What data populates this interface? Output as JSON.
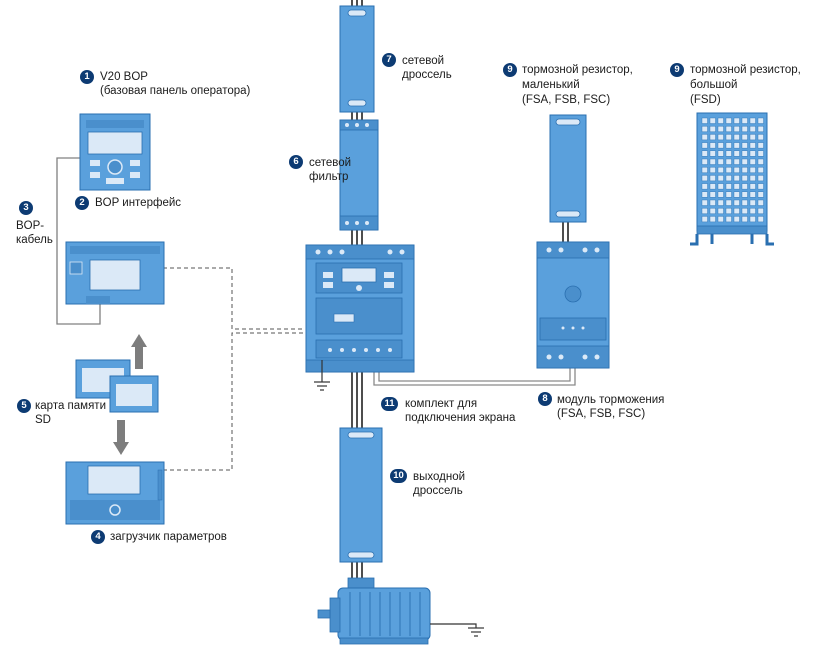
{
  "colors": {
    "device_fill": "#5aa0dc",
    "device_stroke": "#2a6fb0",
    "device_dark": "#2e6db0",
    "screen": "#dbe9f7",
    "bullet": "#0d3b73",
    "line": "#707070",
    "wire": "#222222"
  },
  "components": {
    "bop": {
      "num": "1",
      "title": "V20 BOP",
      "subtitle": "(базовая панель оператора)"
    },
    "bop_interface": {
      "num": "2",
      "label": "BOP интерфейс"
    },
    "bop_cable": {
      "num": "3",
      "line1": "BOP-",
      "line2": "кабель"
    },
    "param_loader": {
      "num": "4",
      "label": "загрузчик параметров"
    },
    "sd_card": {
      "num": "5",
      "line1": "карта памяти",
      "line2": "SD"
    },
    "line_filter": {
      "num": "6",
      "line1": "сетевой",
      "line2": "фильтр"
    },
    "line_choke": {
      "num": "7",
      "line1": "сетевой",
      "line2": "дроссель"
    },
    "brake_module": {
      "num": "8",
      "line1": "модуль торможения",
      "line2": "(FSA, FSB, FSC)"
    },
    "brake_resistor_small": {
      "num": "9",
      "line1": "тормозной резистор,",
      "line2": "маленький",
      "line3": "(FSA, FSB, FSC)"
    },
    "brake_resistor_large": {
      "num": "9",
      "line1": "тормозной резистор,",
      "line2": "большой",
      "line3": "(FSD)"
    },
    "output_choke": {
      "num": "10",
      "line1": "выходной",
      "line2": "дроссель"
    },
    "shield_kit": {
      "num": "11",
      "line1": "комплект для",
      "line2": "подключения экрана"
    }
  }
}
